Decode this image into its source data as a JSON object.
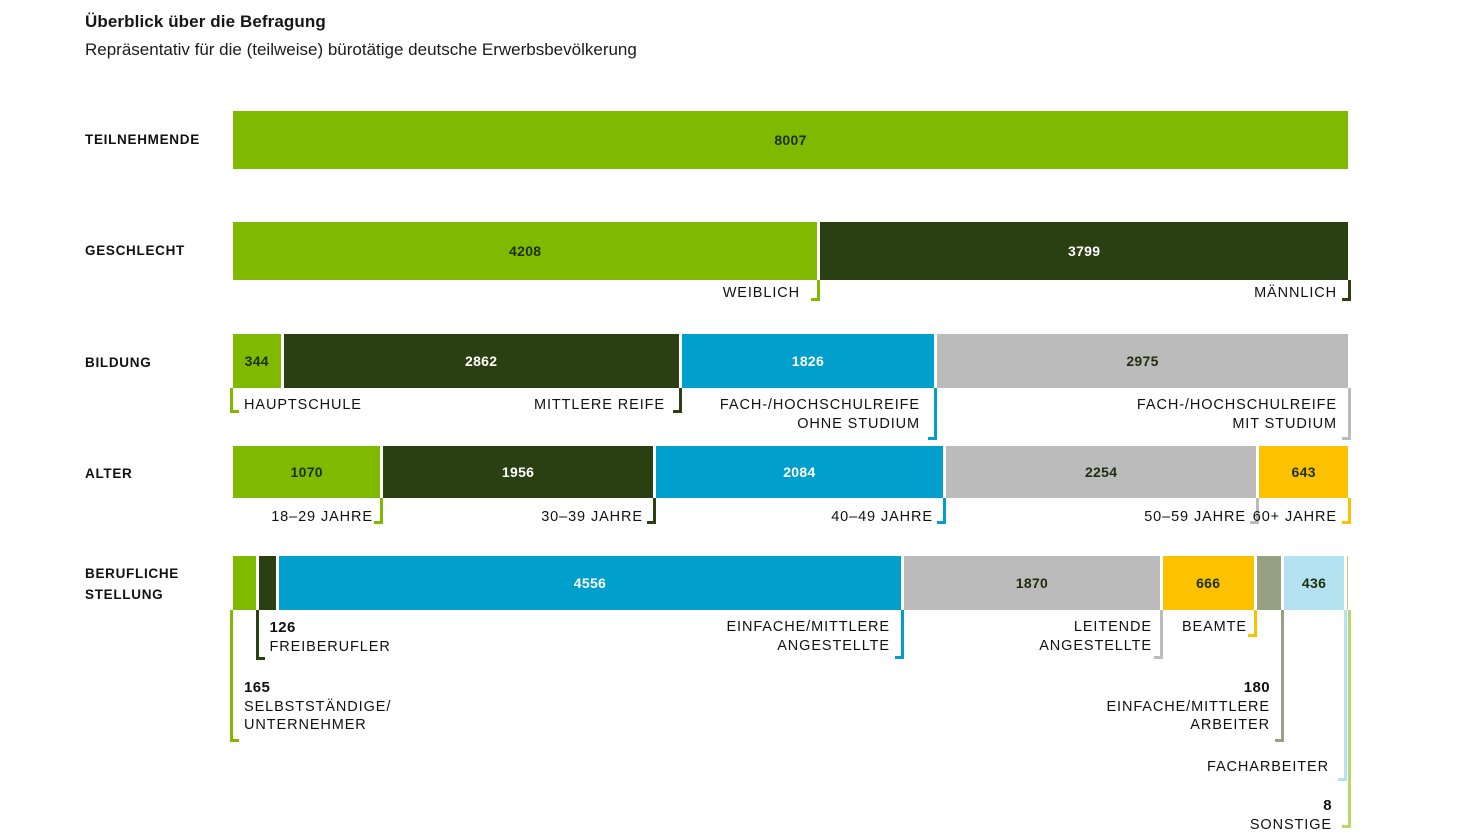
{
  "header": {
    "title": "Überblick über die Befragung",
    "subtitle": "Repräsentativ für die (teilweise) bürotätige deutsche Erwerbsbevölkerung"
  },
  "palette": {
    "green": "#7FBA00",
    "dark_green": "#2A3F12",
    "cyan": "#009FCC",
    "gray": "#BBBBBB",
    "yellow": "#FCC200",
    "sage": "#96A183",
    "light_blue": "#B4E2F0",
    "light_green": "#B5D96B"
  },
  "rows": [
    {
      "label": "TEILNEHMENDE",
      "segments": [
        {
          "name": "teilnehmende",
          "value": "8007",
          "num": 8007,
          "color": "green",
          "text": "dark",
          "caption": null
        }
      ]
    },
    {
      "label": "GESCHLECHT",
      "segments": [
        {
          "name": "weiblich",
          "value": "4208",
          "num": 4208,
          "color": "green",
          "text": "dark",
          "caption": {
            "lines": [
              "WEIBLICH"
            ],
            "align": "right"
          }
        },
        {
          "name": "maennlich",
          "value": "3799",
          "num": 3799,
          "color": "dark_green",
          "text": "light",
          "caption": {
            "lines": [
              "MÄNNLICH"
            ],
            "align": "right"
          }
        }
      ]
    },
    {
      "label": "BILDUNG",
      "segments": [
        {
          "name": "hauptschule",
          "value": "344",
          "num": 344,
          "color": "green",
          "text": "dark",
          "caption": {
            "lines": [
              "HAUPTSCHULE"
            ],
            "align": "left"
          }
        },
        {
          "name": "mittlere-reife",
          "value": "2862",
          "num": 2862,
          "color": "dark_green",
          "text": "light",
          "caption": {
            "lines": [
              "MITTLERE REIFE"
            ],
            "align": "right"
          }
        },
        {
          "name": "fach-hochschulreife-ohne-studium",
          "value": "1826",
          "num": 1826,
          "color": "cyan",
          "text": "light",
          "caption": {
            "lines": [
              "FACH-/HOCHSCHULREIFE",
              "OHNE STUDIUM"
            ],
            "align": "right"
          }
        },
        {
          "name": "fach-hochschulreife-mit-studium",
          "value": "2975",
          "num": 2975,
          "color": "gray",
          "text": "dark",
          "caption": {
            "lines": [
              "FACH-/HOCHSCHULREIFE",
              "MIT STUDIUM"
            ],
            "align": "right"
          }
        }
      ]
    },
    {
      "label": "ALTER",
      "segments": [
        {
          "name": "alter-18-29",
          "value": "1070",
          "num": 1070,
          "color": "green",
          "text": "dark",
          "caption": {
            "lines": [
              "18–29 JAHRE"
            ],
            "align": "right"
          }
        },
        {
          "name": "alter-30-39",
          "value": "1956",
          "num": 1956,
          "color": "dark_green",
          "text": "light",
          "caption": {
            "lines": [
              "30–39 JAHRE"
            ],
            "align": "right"
          }
        },
        {
          "name": "alter-40-49",
          "value": "2084",
          "num": 2084,
          "color": "cyan",
          "text": "light",
          "caption": {
            "lines": [
              "40–49 JAHRE"
            ],
            "align": "right"
          }
        },
        {
          "name": "alter-50-59",
          "value": "2254",
          "num": 2254,
          "color": "gray",
          "text": "dark",
          "caption": {
            "lines": [
              "50–59 JAHRE"
            ],
            "align": "right"
          }
        },
        {
          "name": "alter-60-plus",
          "value": "643",
          "num": 643,
          "color": "yellow",
          "text": "dark",
          "caption": {
            "lines": [
              "60+ JAHRE"
            ],
            "align": "right"
          }
        }
      ]
    },
    {
      "label": "BERUFLICHE STELLUNG",
      "label_lines": [
        "BERUFLICHE",
        "STELLUNG"
      ],
      "segments": [
        {
          "name": "selbststaendige-unternehmer",
          "value": "165",
          "num": 165,
          "color": "green",
          "text": "dark",
          "caption": {
            "num": "165",
            "lines": [
              "SELBSTSTÄNDIGE/",
              "UNTERNEHMER"
            ],
            "align": "left"
          }
        },
        {
          "name": "freiberufler",
          "value": "126",
          "num": 126,
          "color": "dark_green",
          "text": "light",
          "caption": {
            "num": "126",
            "lines": [
              "FREIBERUFLER"
            ],
            "align": "left"
          }
        },
        {
          "name": "einfache-mittlere-angestellte",
          "value": "4556",
          "num": 4556,
          "color": "cyan",
          "text": "light",
          "caption": {
            "lines": [
              "EINFACHE/MITTLERE",
              "ANGESTELLTE"
            ],
            "align": "right"
          }
        },
        {
          "name": "leitende-angestellte",
          "value": "1870",
          "num": 1870,
          "color": "gray",
          "text": "dark",
          "caption": {
            "lines": [
              "LEITENDE",
              "ANGESTELLTE"
            ],
            "align": "right"
          }
        },
        {
          "name": "beamte",
          "value": "666",
          "num": 666,
          "color": "yellow",
          "text": "dark",
          "caption": {
            "lines": [
              "BEAMTE"
            ],
            "align": "right"
          }
        },
        {
          "name": "einfache-mittlere-arbeiter",
          "value": "180",
          "num": 180,
          "color": "sage",
          "text": "light",
          "caption": {
            "num": "180",
            "lines": [
              "EINFACHE/MITTLERE",
              "ARBEITER"
            ],
            "align": "right"
          }
        },
        {
          "name": "facharbeiter",
          "value": "436",
          "num": 436,
          "color": "light_blue",
          "text": "dark",
          "caption": {
            "lines": [
              "FACHARBEITER"
            ],
            "align": "right"
          }
        },
        {
          "name": "sonstige",
          "value": "8",
          "num": 8,
          "color": "light_green",
          "text": "dark",
          "caption": {
            "num": "8",
            "lines": [
              "SONSTIGE"
            ],
            "align": "right"
          }
        }
      ]
    }
  ],
  "chart_data": {
    "type": "bar",
    "title": "Überblick über die Befragung",
    "subtitle": "Repräsentativ für die (teilweise) bürotätige deutsche Erwerbsbevölkerung",
    "orientation": "horizontal-stacked",
    "grid": false,
    "legend": "inline-labels",
    "total": 8007,
    "groups": [
      {
        "name": "TEILNEHMENDE",
        "categories": [
          "Teilnehmende"
        ],
        "values": [
          8007
        ]
      },
      {
        "name": "GESCHLECHT",
        "categories": [
          "Weiblich",
          "Männlich"
        ],
        "values": [
          4208,
          3799
        ]
      },
      {
        "name": "BILDUNG",
        "categories": [
          "Hauptschule",
          "Mittlere Reife",
          "Fach-/Hochschulreife ohne Studium",
          "Fach-/Hochschulreife mit Studium"
        ],
        "values": [
          344,
          2862,
          1826,
          2975
        ]
      },
      {
        "name": "ALTER",
        "categories": [
          "18–29 Jahre",
          "30–39 Jahre",
          "40–49 Jahre",
          "50–59 Jahre",
          "60+ Jahre"
        ],
        "values": [
          1070,
          1956,
          2084,
          2254,
          643
        ]
      },
      {
        "name": "BERUFLICHE STELLUNG",
        "categories": [
          "Selbstständige/Unternehmer",
          "Freiberufler",
          "Einfache/mittlere Angestellte",
          "Leitende Angestellte",
          "Beamte",
          "Einfache/mittlere Arbeiter",
          "Facharbeiter",
          "Sonstige"
        ],
        "values": [
          165,
          126,
          4556,
          1870,
          666,
          180,
          436,
          8
        ]
      }
    ]
  }
}
